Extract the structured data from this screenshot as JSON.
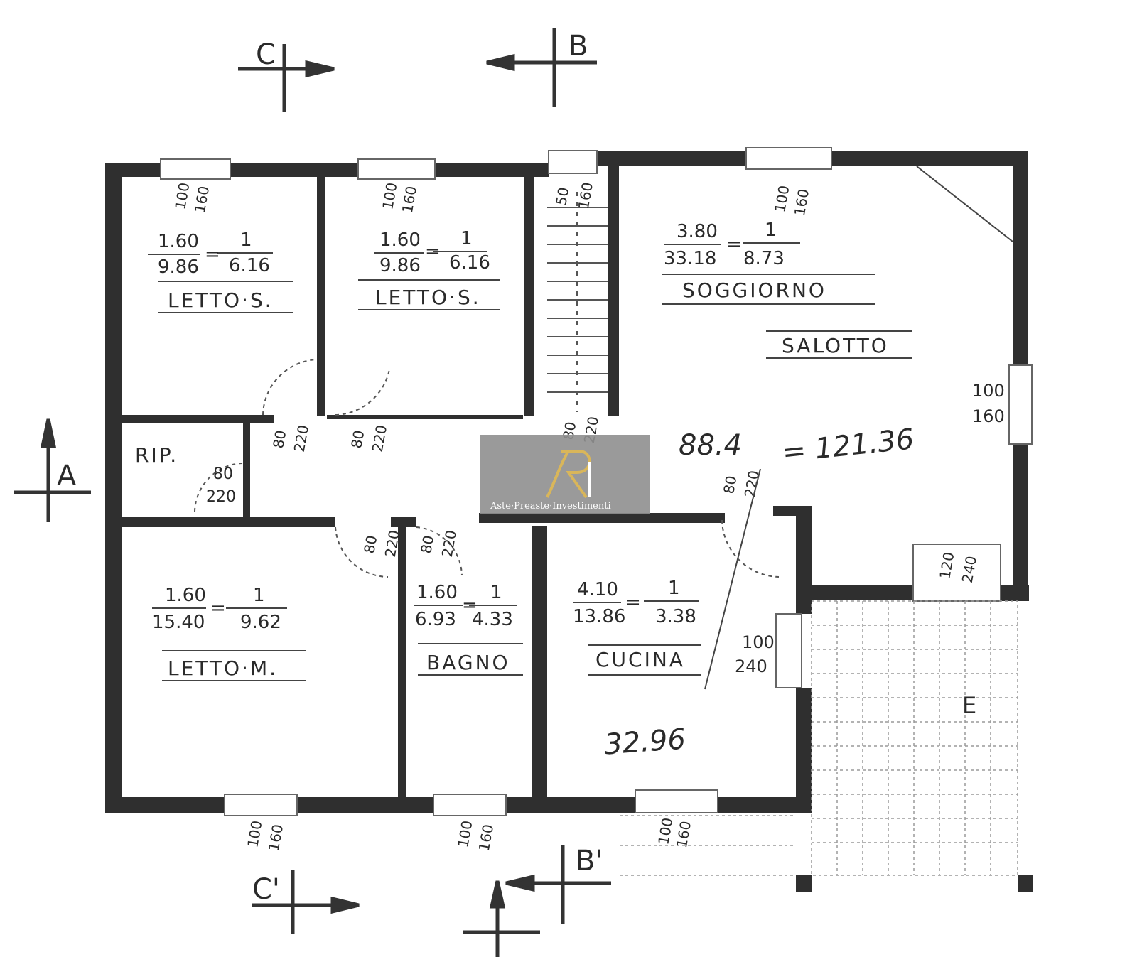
{
  "sections": {
    "c_top": "C",
    "b_top": "B",
    "a_left": "A",
    "c_bottom": "C'",
    "b_bottom": "B'",
    "e_right": "E"
  },
  "rooms": {
    "letto_s1": {
      "name": "LETTO·S.",
      "ratio_num": "1.60",
      "area": "9.86",
      "ratio_one": "1",
      "ratio_den": "6.16"
    },
    "letto_s2": {
      "name": "LETTO·S.",
      "ratio_num": "1.60",
      "area": "9.86",
      "ratio_one": "1",
      "ratio_den": "6.16"
    },
    "soggiorno": {
      "name": "SOGGIORNO",
      "name2": "SALOTTO",
      "ratio_num": "3.80",
      "area": "33.18",
      "ratio_one": "1",
      "ratio_den": "8.73"
    },
    "ripostiglio": {
      "name": "RIP."
    },
    "letto_m": {
      "name": "LETTO·M.",
      "ratio_num": "1.60",
      "area": "15.40",
      "ratio_one": "1",
      "ratio_den": "9.62"
    },
    "bagno": {
      "name": "BAGNO",
      "ratio_num": "1.60",
      "area": "6.93",
      "ratio_one": "1",
      "ratio_den": "4.33"
    },
    "cucina": {
      "name": "CUCINA",
      "ratio_num": "4.10",
      "area": "13.86",
      "ratio_one": "1",
      "ratio_den": "3.38"
    }
  },
  "openings": {
    "win_letto_s1": {
      "w": "100",
      "h": "160"
    },
    "win_letto_s2": {
      "w": "100",
      "h": "160"
    },
    "win_stair": {
      "w": "50",
      "h": "160"
    },
    "win_soggiorno_top": {
      "w": "100",
      "h": "160"
    },
    "win_soggiorno_right": {
      "w": "100",
      "h": "160"
    },
    "door_letto_s1": {
      "w": "80",
      "h": "220"
    },
    "door_letto_s2": {
      "w": "80",
      "h": "220"
    },
    "door_stair": {
      "w": "80",
      "h": "220"
    },
    "door_rip": {
      "w": "80",
      "h": "220"
    },
    "door_soggiorno": {
      "w": "80",
      "h": "220"
    },
    "door_letto_m": {
      "w": "80",
      "h": "220"
    },
    "door_bagno": {
      "w": "80",
      "h": "220"
    },
    "door_balcony": {
      "w": "120",
      "h": "240"
    },
    "door_cucina_ext": {
      "w": "100",
      "h": "240"
    },
    "win_letto_m": {
      "w": "100",
      "h": "160"
    },
    "win_bagno": {
      "w": "100",
      "h": "160"
    },
    "win_cucina": {
      "w": "100",
      "h": "160"
    }
  },
  "handwritten": {
    "sum_left": "88.4",
    "sum_right": "= 121.36",
    "cucina_note": "32.96"
  },
  "watermark": {
    "brand": "Aste·Preaste·Investimenti"
  },
  "colors": {
    "wall": "#2f2f2f",
    "line": "#3a3a3a",
    "watermark_bg": "#8f8f8f"
  }
}
